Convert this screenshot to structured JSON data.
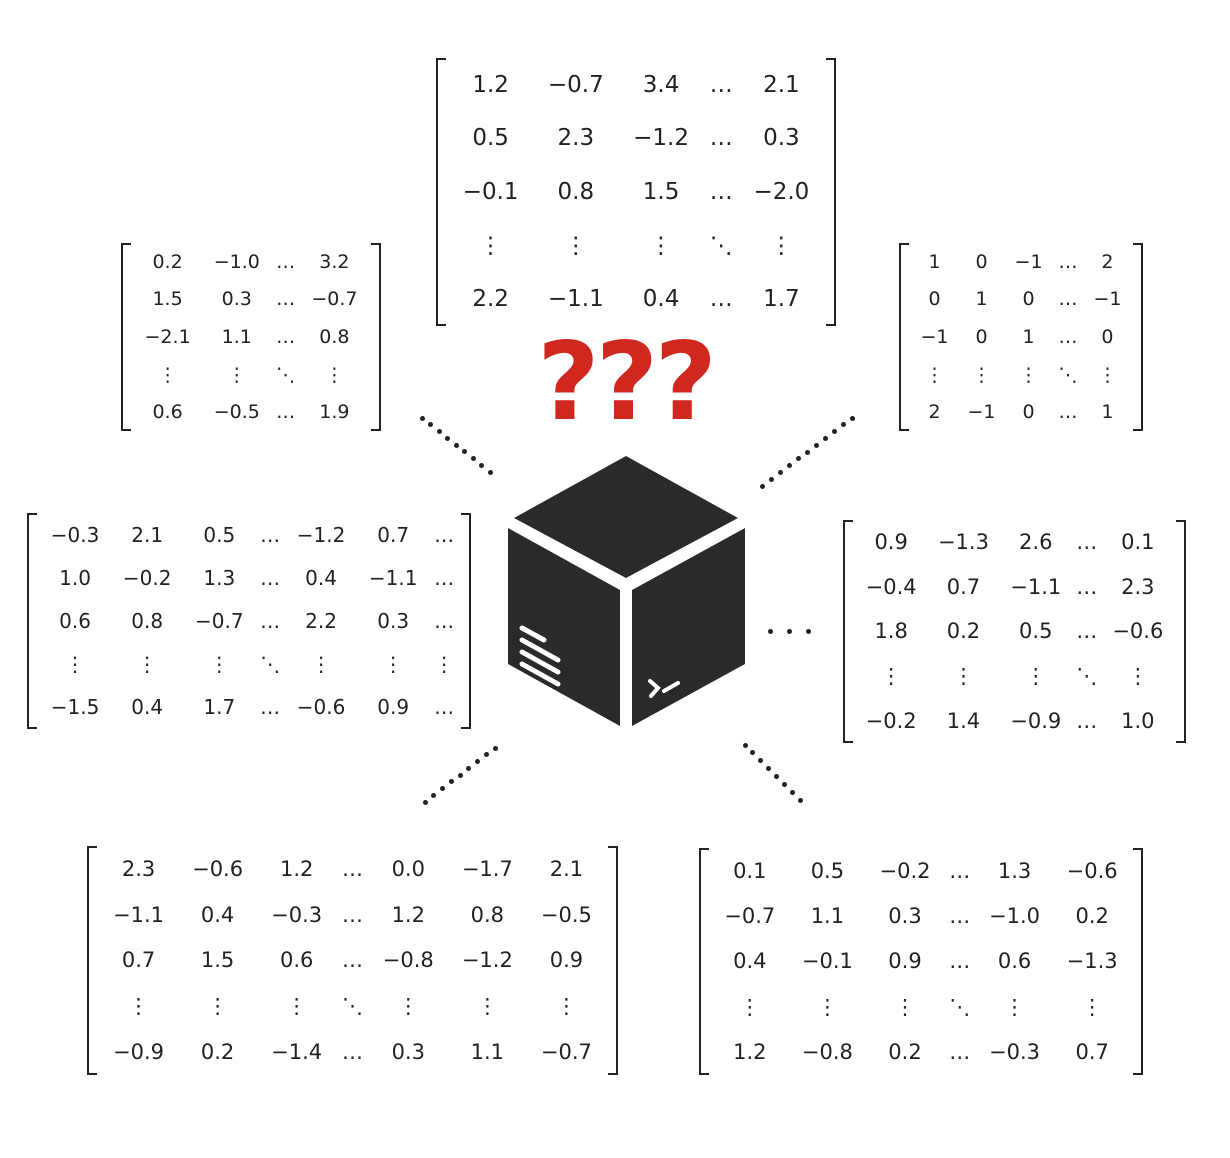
{
  "question_marks": "???",
  "icons": {
    "cube": "black-box-cube-icon",
    "left_face": "document-lines-icon",
    "right_face": "terminal-prompt-icon"
  },
  "colors": {
    "question_marks": "#d0281f",
    "cube": "#2a2a2c",
    "text": "#222222"
  },
  "matrices": [
    {
      "id": "top",
      "rows": [
        [
          "1.2",
          "−0.7",
          "3.4",
          "…",
          "2.1"
        ],
        [
          "0.5",
          "2.3",
          "−1.2",
          "…",
          "0.3"
        ],
        [
          "−0.1",
          "0.8",
          "1.5",
          "…",
          "−2.0"
        ],
        [
          "⋮",
          "⋮",
          "⋮",
          "⋱",
          "⋮"
        ],
        [
          "2.2",
          "−1.1",
          "0.4",
          "…",
          "1.7"
        ]
      ]
    },
    {
      "id": "upper-left",
      "rows": [
        [
          "0.2",
          "−1.0",
          "…",
          "3.2"
        ],
        [
          "1.5",
          "0.3",
          "…",
          "−0.7"
        ],
        [
          "−2.1",
          "1.1",
          "…",
          "0.8"
        ],
        [
          "⋮",
          "⋮",
          "⋱",
          "⋮"
        ],
        [
          "0.6",
          "−0.5",
          "…",
          "1.9"
        ]
      ]
    },
    {
      "id": "upper-right",
      "rows": [
        [
          "1",
          "0",
          "−1",
          "…",
          "2"
        ],
        [
          "0",
          "1",
          "0",
          "…",
          "−1"
        ],
        [
          "−1",
          "0",
          "1",
          "…",
          "0"
        ],
        [
          "⋮",
          "⋮",
          "⋮",
          "⋱",
          "⋮"
        ],
        [
          "2",
          "−1",
          "0",
          "…",
          "1"
        ]
      ]
    },
    {
      "id": "middle-left",
      "rows": [
        [
          "−0.3",
          "2.1",
          "0.5",
          "…",
          "−1.2",
          "0.7",
          "…"
        ],
        [
          "1.0",
          "−0.2",
          "1.3",
          "…",
          "0.4",
          "−1.1",
          "…"
        ],
        [
          "0.6",
          "0.8",
          "−0.7",
          "…",
          "2.2",
          "0.3",
          "…"
        ],
        [
          "⋮",
          "⋮",
          "⋮",
          "⋱",
          "⋮",
          "⋮",
          "⋮"
        ],
        [
          "−1.5",
          "0.4",
          "1.7",
          "…",
          "−0.6",
          "0.9",
          "…"
        ]
      ]
    },
    {
      "id": "middle-right",
      "rows": [
        [
          "0.9",
          "−1.3",
          "2.6",
          "…",
          "0.1"
        ],
        [
          "−0.4",
          "0.7",
          "−1.1",
          "…",
          "2.3"
        ],
        [
          "1.8",
          "0.2",
          "0.5",
          "…",
          "−0.6"
        ],
        [
          "⋮",
          "⋮",
          "⋮",
          "⋱",
          "⋮"
        ],
        [
          "−0.2",
          "1.4",
          "−0.9",
          "…",
          "1.0"
        ]
      ]
    },
    {
      "id": "bottom-left",
      "rows": [
        [
          "2.3",
          "−0.6",
          "1.2",
          "…",
          "0.0",
          "−1.7",
          "2.1"
        ],
        [
          "−1.1",
          "0.4",
          "−0.3",
          "…",
          "1.2",
          "0.8",
          "−0.5"
        ],
        [
          "0.7",
          "1.5",
          "0.6",
          "…",
          "−0.8",
          "−1.2",
          "0.9"
        ],
        [
          "⋮",
          "⋮",
          "⋮",
          "⋱",
          "⋮",
          "⋮",
          "⋮"
        ],
        [
          "−0.9",
          "0.2",
          "−1.4",
          "…",
          "0.3",
          "1.1",
          "−0.7"
        ]
      ]
    },
    {
      "id": "bottom-right",
      "rows": [
        [
          "0.1",
          "0.5",
          "−0.2",
          "…",
          "1.3",
          "−0.6"
        ],
        [
          "−0.7",
          "1.1",
          "0.3",
          "…",
          "−1.0",
          "0.2"
        ],
        [
          "0.4",
          "−0.1",
          "0.9",
          "…",
          "0.6",
          "−1.3"
        ],
        [
          "⋮",
          "⋮",
          "⋮",
          "⋱",
          "⋮",
          "⋮"
        ],
        [
          "1.2",
          "−0.8",
          "0.2",
          "…",
          "−0.3",
          "0.7"
        ]
      ]
    }
  ]
}
